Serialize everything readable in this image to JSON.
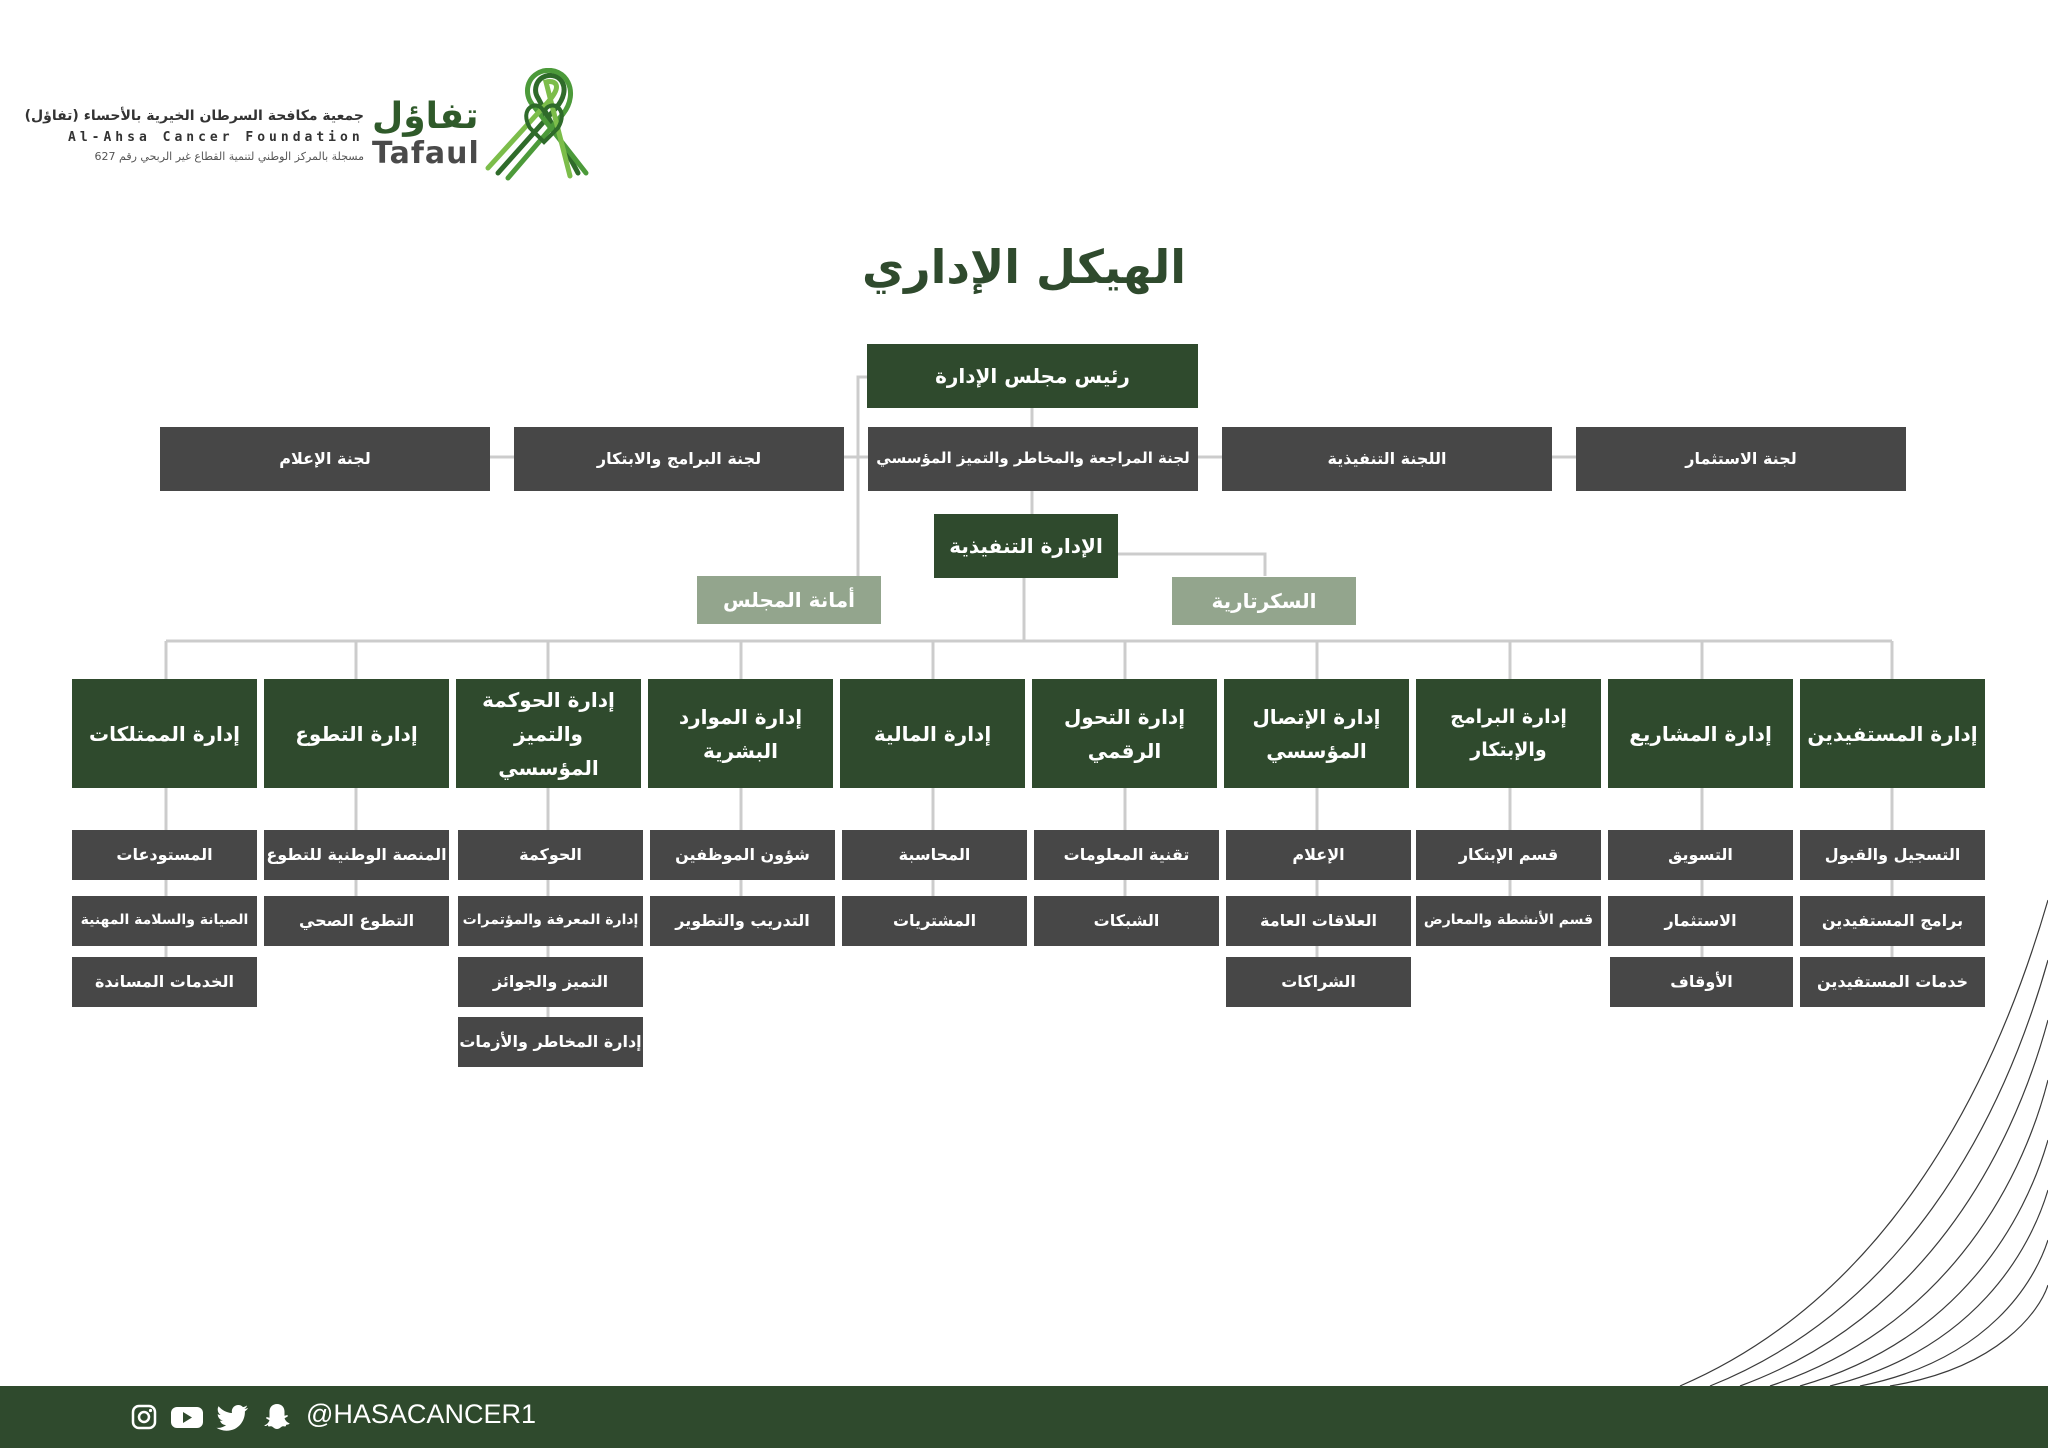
{
  "logo": {
    "brand_ar": "تفاؤل",
    "brand_en": "Tafaul",
    "org_name_ar": "جمعية مكافحة السرطان الخيرية بالأحساء (تفاؤل)",
    "org_name_en": "Al-Ahsa Cancer Foundation",
    "registration": "مسجلة بالمركز الوطني لتنمية القطاع غير الربحي رقم 627"
  },
  "title": "الهيكل الإداري",
  "chairman": "رئيس مجلس الإدارة",
  "committees": {
    "media": "لجنة الإعلام",
    "programs": "لجنة البرامج والابتكار",
    "audit": "لجنة المراجعة والمخاطر والتميز المؤسسي",
    "executive": "اللجنة التنفيذية",
    "investment": "لجنة الاستثمار"
  },
  "executive_management": "الإدارة التنفيذية",
  "board_secretariat": "أمانة المجلس",
  "secretariat": "السكرتارية",
  "departments": [
    {
      "name": "إدارة المستفيدين",
      "subs": [
        "التسجيل والقبول",
        "برامج المستفيدين",
        "خدمات المستفيدين"
      ]
    },
    {
      "name": "إدارة المشاريع",
      "subs": [
        "التسويق",
        "الاستثمار",
        "الأوقاف"
      ]
    },
    {
      "name": "إدارة البرامج والإبتكار",
      "subs": [
        "قسم الإبتكار",
        "قسم الأنشطة والمعارض"
      ]
    },
    {
      "name": "إدارة الإتصال المؤسسي",
      "subs": [
        "الإعلام",
        "العلاقات العامة",
        "الشراكات"
      ]
    },
    {
      "name": "إدارة التحول الرقمي",
      "subs": [
        "تقنية المعلومات",
        "الشبكات"
      ]
    },
    {
      "name": "إدارة المالية",
      "subs": [
        "المحاسبة",
        "المشتريات"
      ]
    },
    {
      "name": "إدارة الموارد البشرية",
      "subs": [
        "شؤون الموظفين",
        "التدريب والتطوير"
      ]
    },
    {
      "name": "إدارة الحوكمة والتميز المؤسسي",
      "subs": [
        "الحوكمة",
        "إدارة المعرفة والمؤتمرات",
        "التميز والجوائز",
        "إدارة المخاطر والأزمات"
      ]
    },
    {
      "name": "إدارة التطوع",
      "subs": [
        "المنصة الوطنية للتطوع",
        "التطوع الصحي"
      ]
    },
    {
      "name": "إدارة الممتلكات",
      "subs": [
        "المستودعات",
        "الصيانة والسلامة المهنية",
        "الخدمات المساندة"
      ]
    }
  ],
  "footer": {
    "handle": "@HASACANCER1",
    "icons": [
      "instagram-icon",
      "youtube-icon",
      "twitter-icon",
      "snapchat-icon"
    ]
  },
  "colors": {
    "primary": "#2f4a2d",
    "committee_gray": "#474747",
    "sage": "#93a58d"
  }
}
